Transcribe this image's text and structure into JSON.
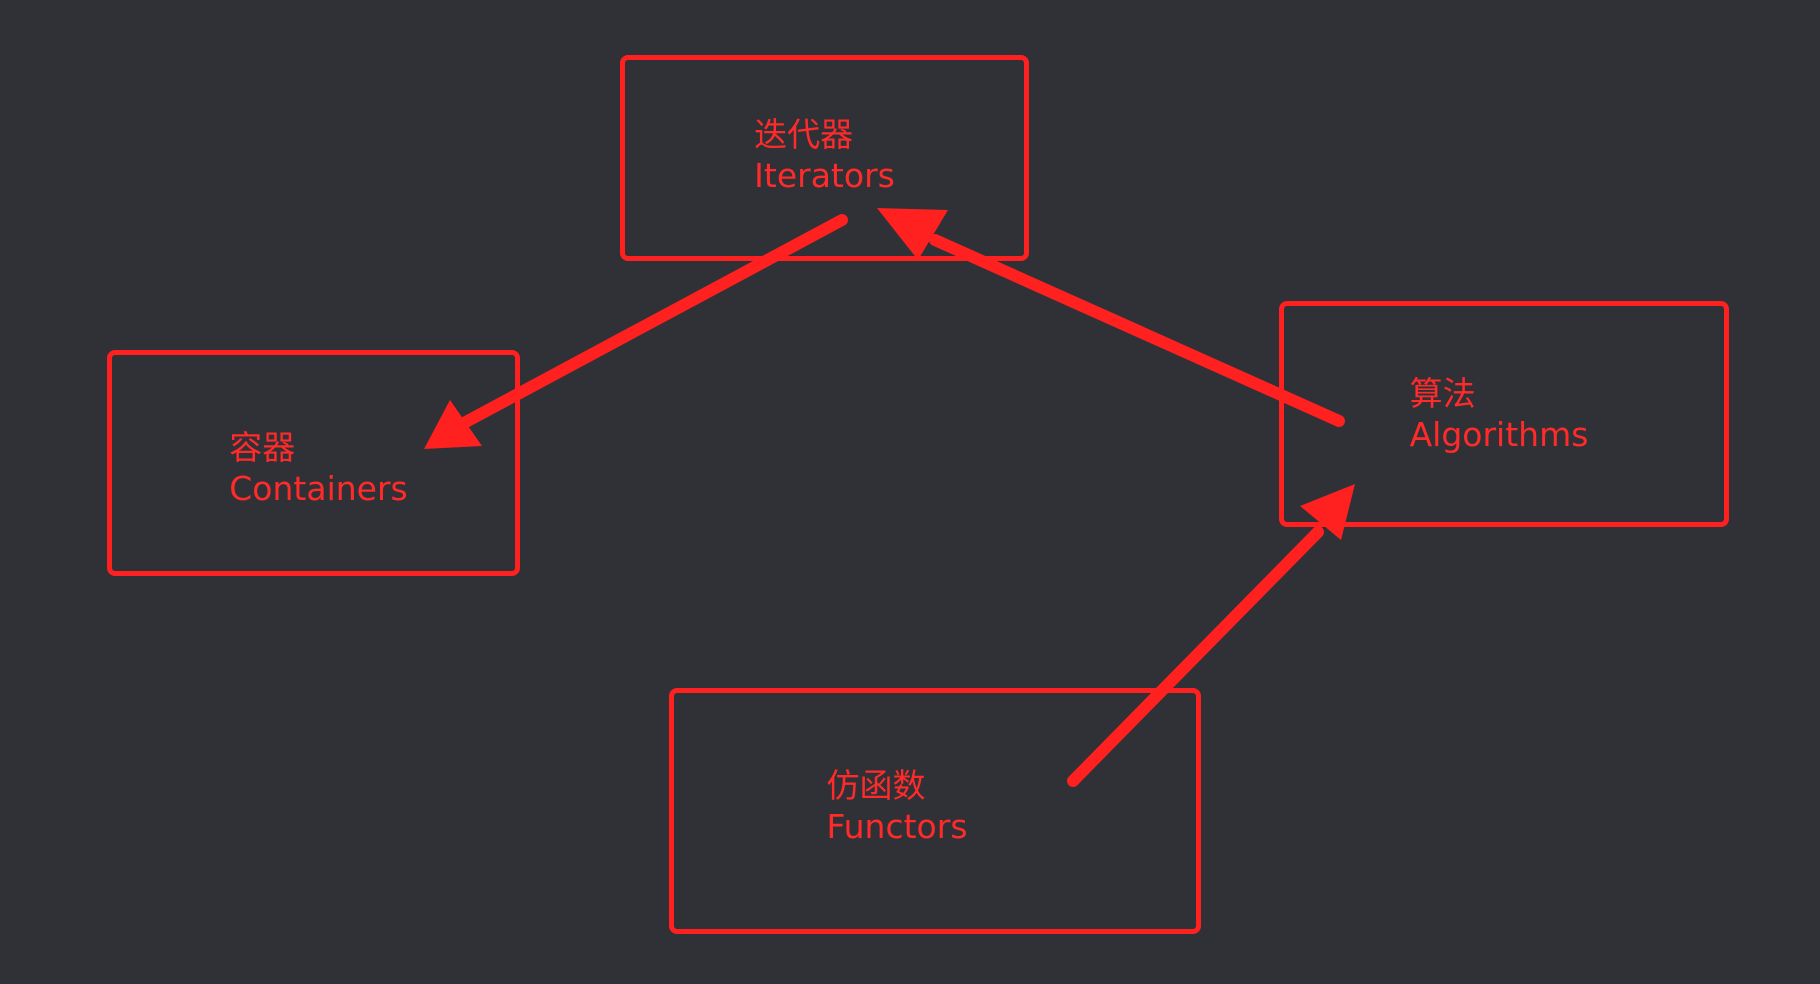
{
  "nodes": {
    "iterators": {
      "zh": "迭代器",
      "en": "Iterators"
    },
    "containers": {
      "zh": "容器",
      "en": "Containers"
    },
    "algorithms": {
      "zh": "算法",
      "en": "Algorithms"
    },
    "functors": {
      "zh": "仿函数",
      "en": "Functors"
    }
  },
  "edges": [
    {
      "from": "iterators",
      "to": "containers"
    },
    {
      "from": "algorithms",
      "to": "iterators"
    },
    {
      "from": "functors",
      "to": "algorithms"
    }
  ],
  "colors": {
    "background": "#303136",
    "accent": "#ff2020"
  }
}
